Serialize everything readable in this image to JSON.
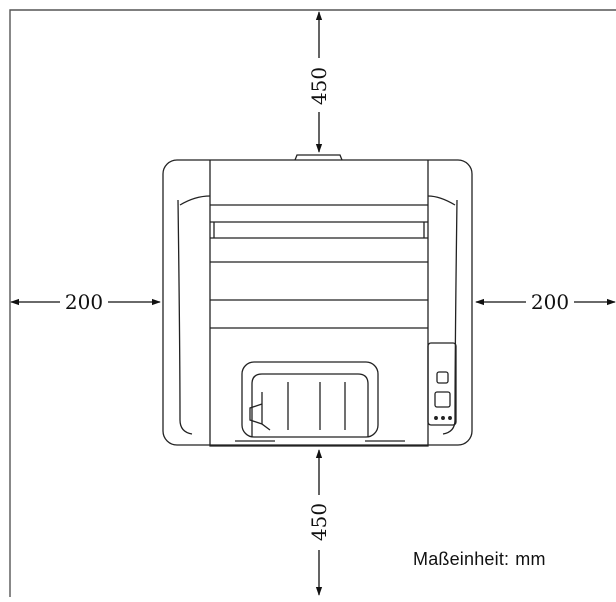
{
  "dimensions": {
    "top": "450",
    "bottom": "450",
    "left": "200",
    "right": "200"
  },
  "unit": {
    "label": "Maßeinheit:",
    "value": "mm"
  }
}
